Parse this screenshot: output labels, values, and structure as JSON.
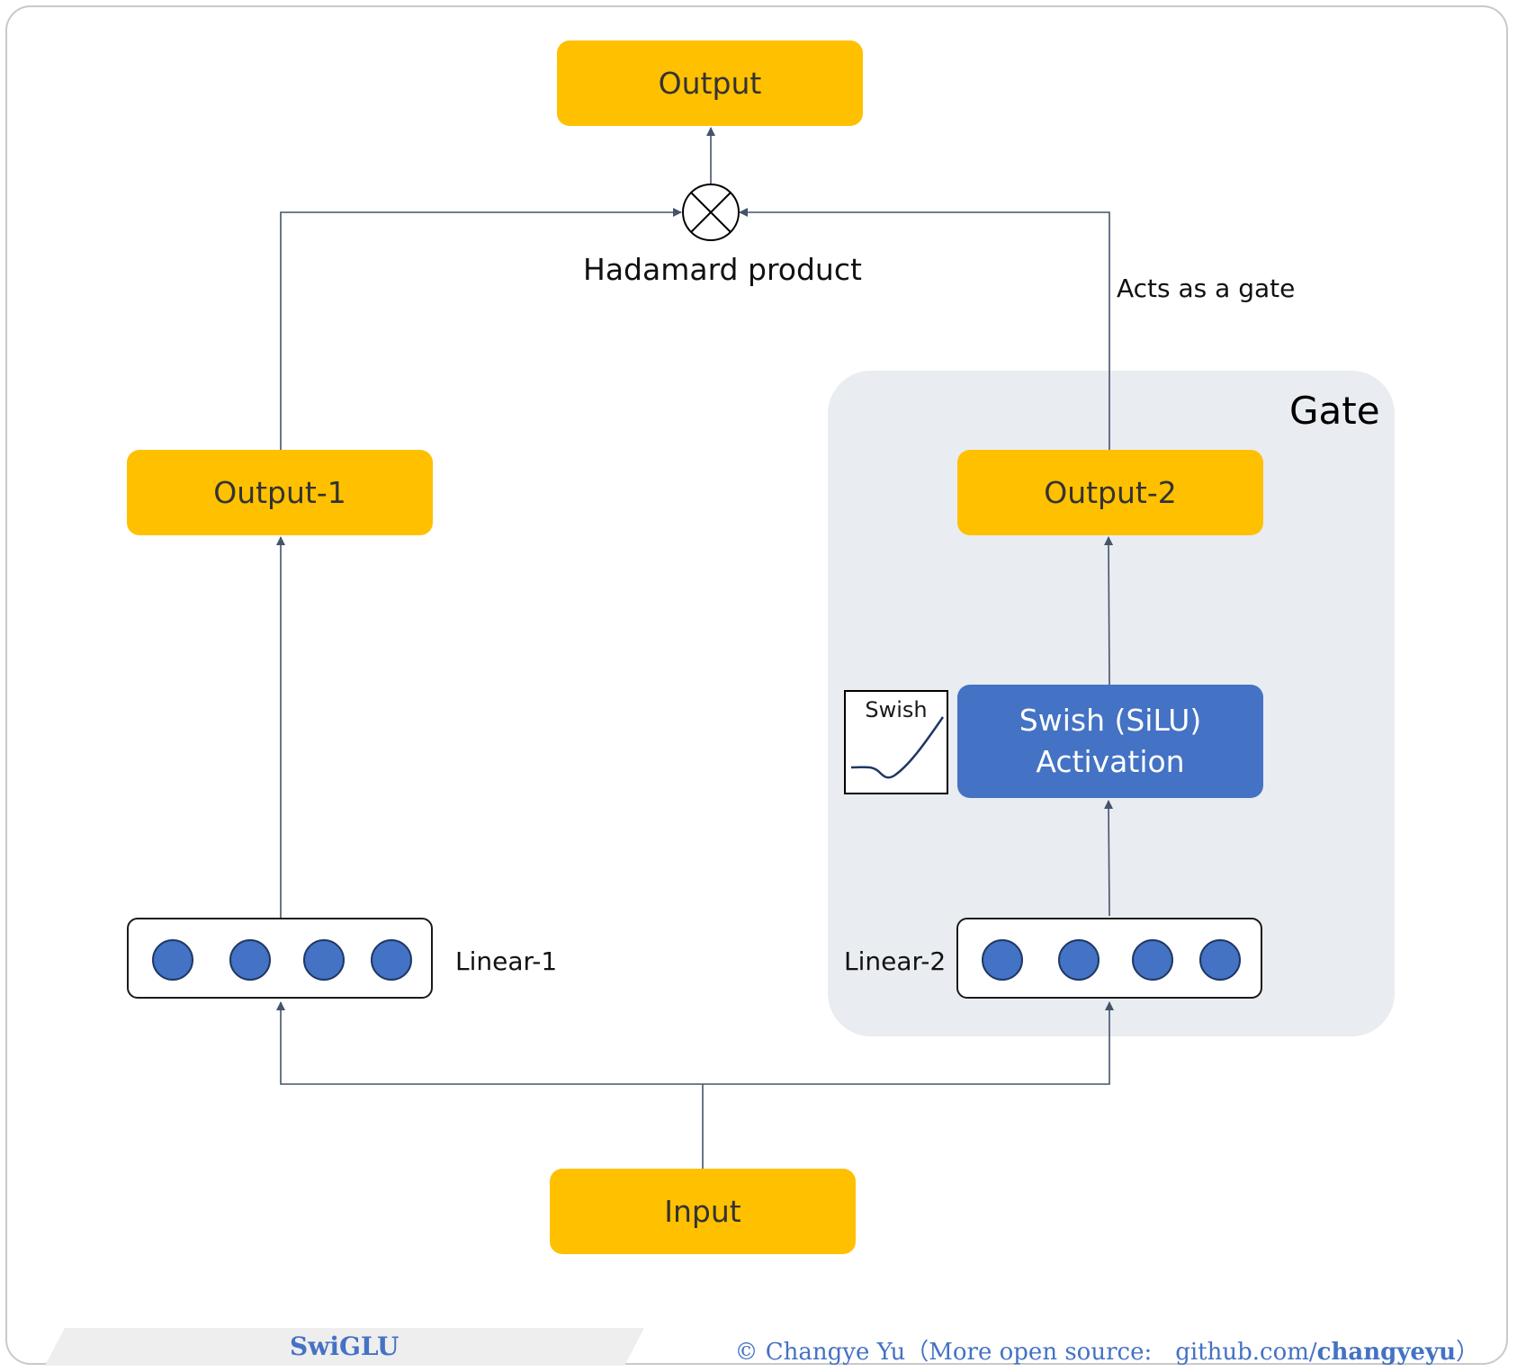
{
  "diagram": {
    "nodes": {
      "output": "Output",
      "output_1": "Output-1",
      "output_2": "Output-2",
      "input": "Input",
      "activation": "Swish (SiLU)\nActivation"
    },
    "labels": {
      "hadamard": "Hadamard product",
      "gate_note": "Acts as a gate",
      "gate_title": "Gate",
      "linear_1": "Linear-1",
      "linear_2": "Linear-2",
      "swish_thumb": "Swish"
    },
    "colors": {
      "node_yellow": "#ffc000",
      "activation_blue": "#4472c4",
      "gate_panel": "#e9ecf1",
      "wire": "#44546a"
    }
  },
  "footer": {
    "title": "SwiGLU",
    "credit_prefix": "© Changye Yu（More open source:　github.com/",
    "credit_user": "changyeyu",
    "credit_suffix": "）"
  }
}
